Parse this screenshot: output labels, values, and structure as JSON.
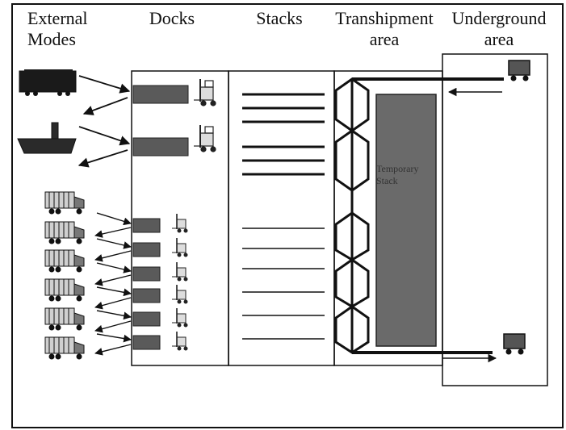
{
  "headers": {
    "external_modes": "External\nModes",
    "docks": "Docks",
    "stacks": "Stacks",
    "transhipment_area": "Transhipment\narea",
    "underground_area": "Underground\narea"
  },
  "labels": {
    "temporary_stack": "Temporary\nStack"
  },
  "colors": {
    "line": "#111111",
    "stack_fill": "#6a6a6a",
    "dock_fill": "#5a5a5a"
  }
}
